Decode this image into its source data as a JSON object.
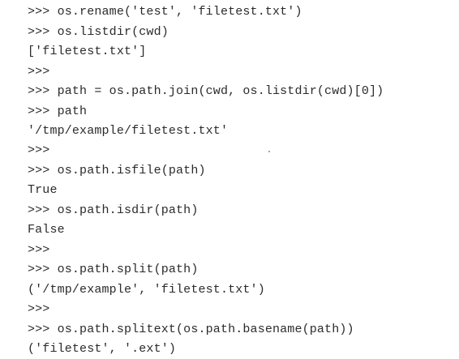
{
  "console": {
    "lines": [
      ">>> os.rename('test', 'filetest.txt')",
      ">>> os.listdir(cwd)",
      "['filetest.txt']",
      ">>>",
      ">>> path = os.path.join(cwd, os.listdir(cwd)[0])",
      ">>> path",
      "'/tmp/example/filetest.txt'",
      ">>>",
      ">>> os.path.isfile(path)",
      "True",
      ">>> os.path.isdir(path)",
      "False",
      ">>>",
      ">>> os.path.split(path)",
      "('/tmp/example', 'filetest.txt')",
      ">>>",
      ">>> os.path.splitext(os.path.basename(path))",
      "('filetest', '.ext')"
    ]
  }
}
